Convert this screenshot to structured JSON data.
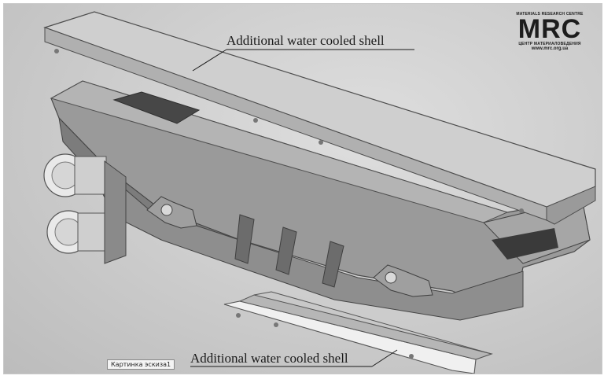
{
  "labels": {
    "top": "Additional water cooled shell",
    "bottom": "Additional water cooled shell"
  },
  "caption_button": "Картинка эскиза1",
  "logo": {
    "line_top": "MATERIALS RESEARCH CENTRE",
    "brand": "MRC",
    "line_ru": "ЦЕНТР МАТЕРИАЛОВЕДЕНИЯ",
    "url": "www.mrc.org.ua"
  }
}
